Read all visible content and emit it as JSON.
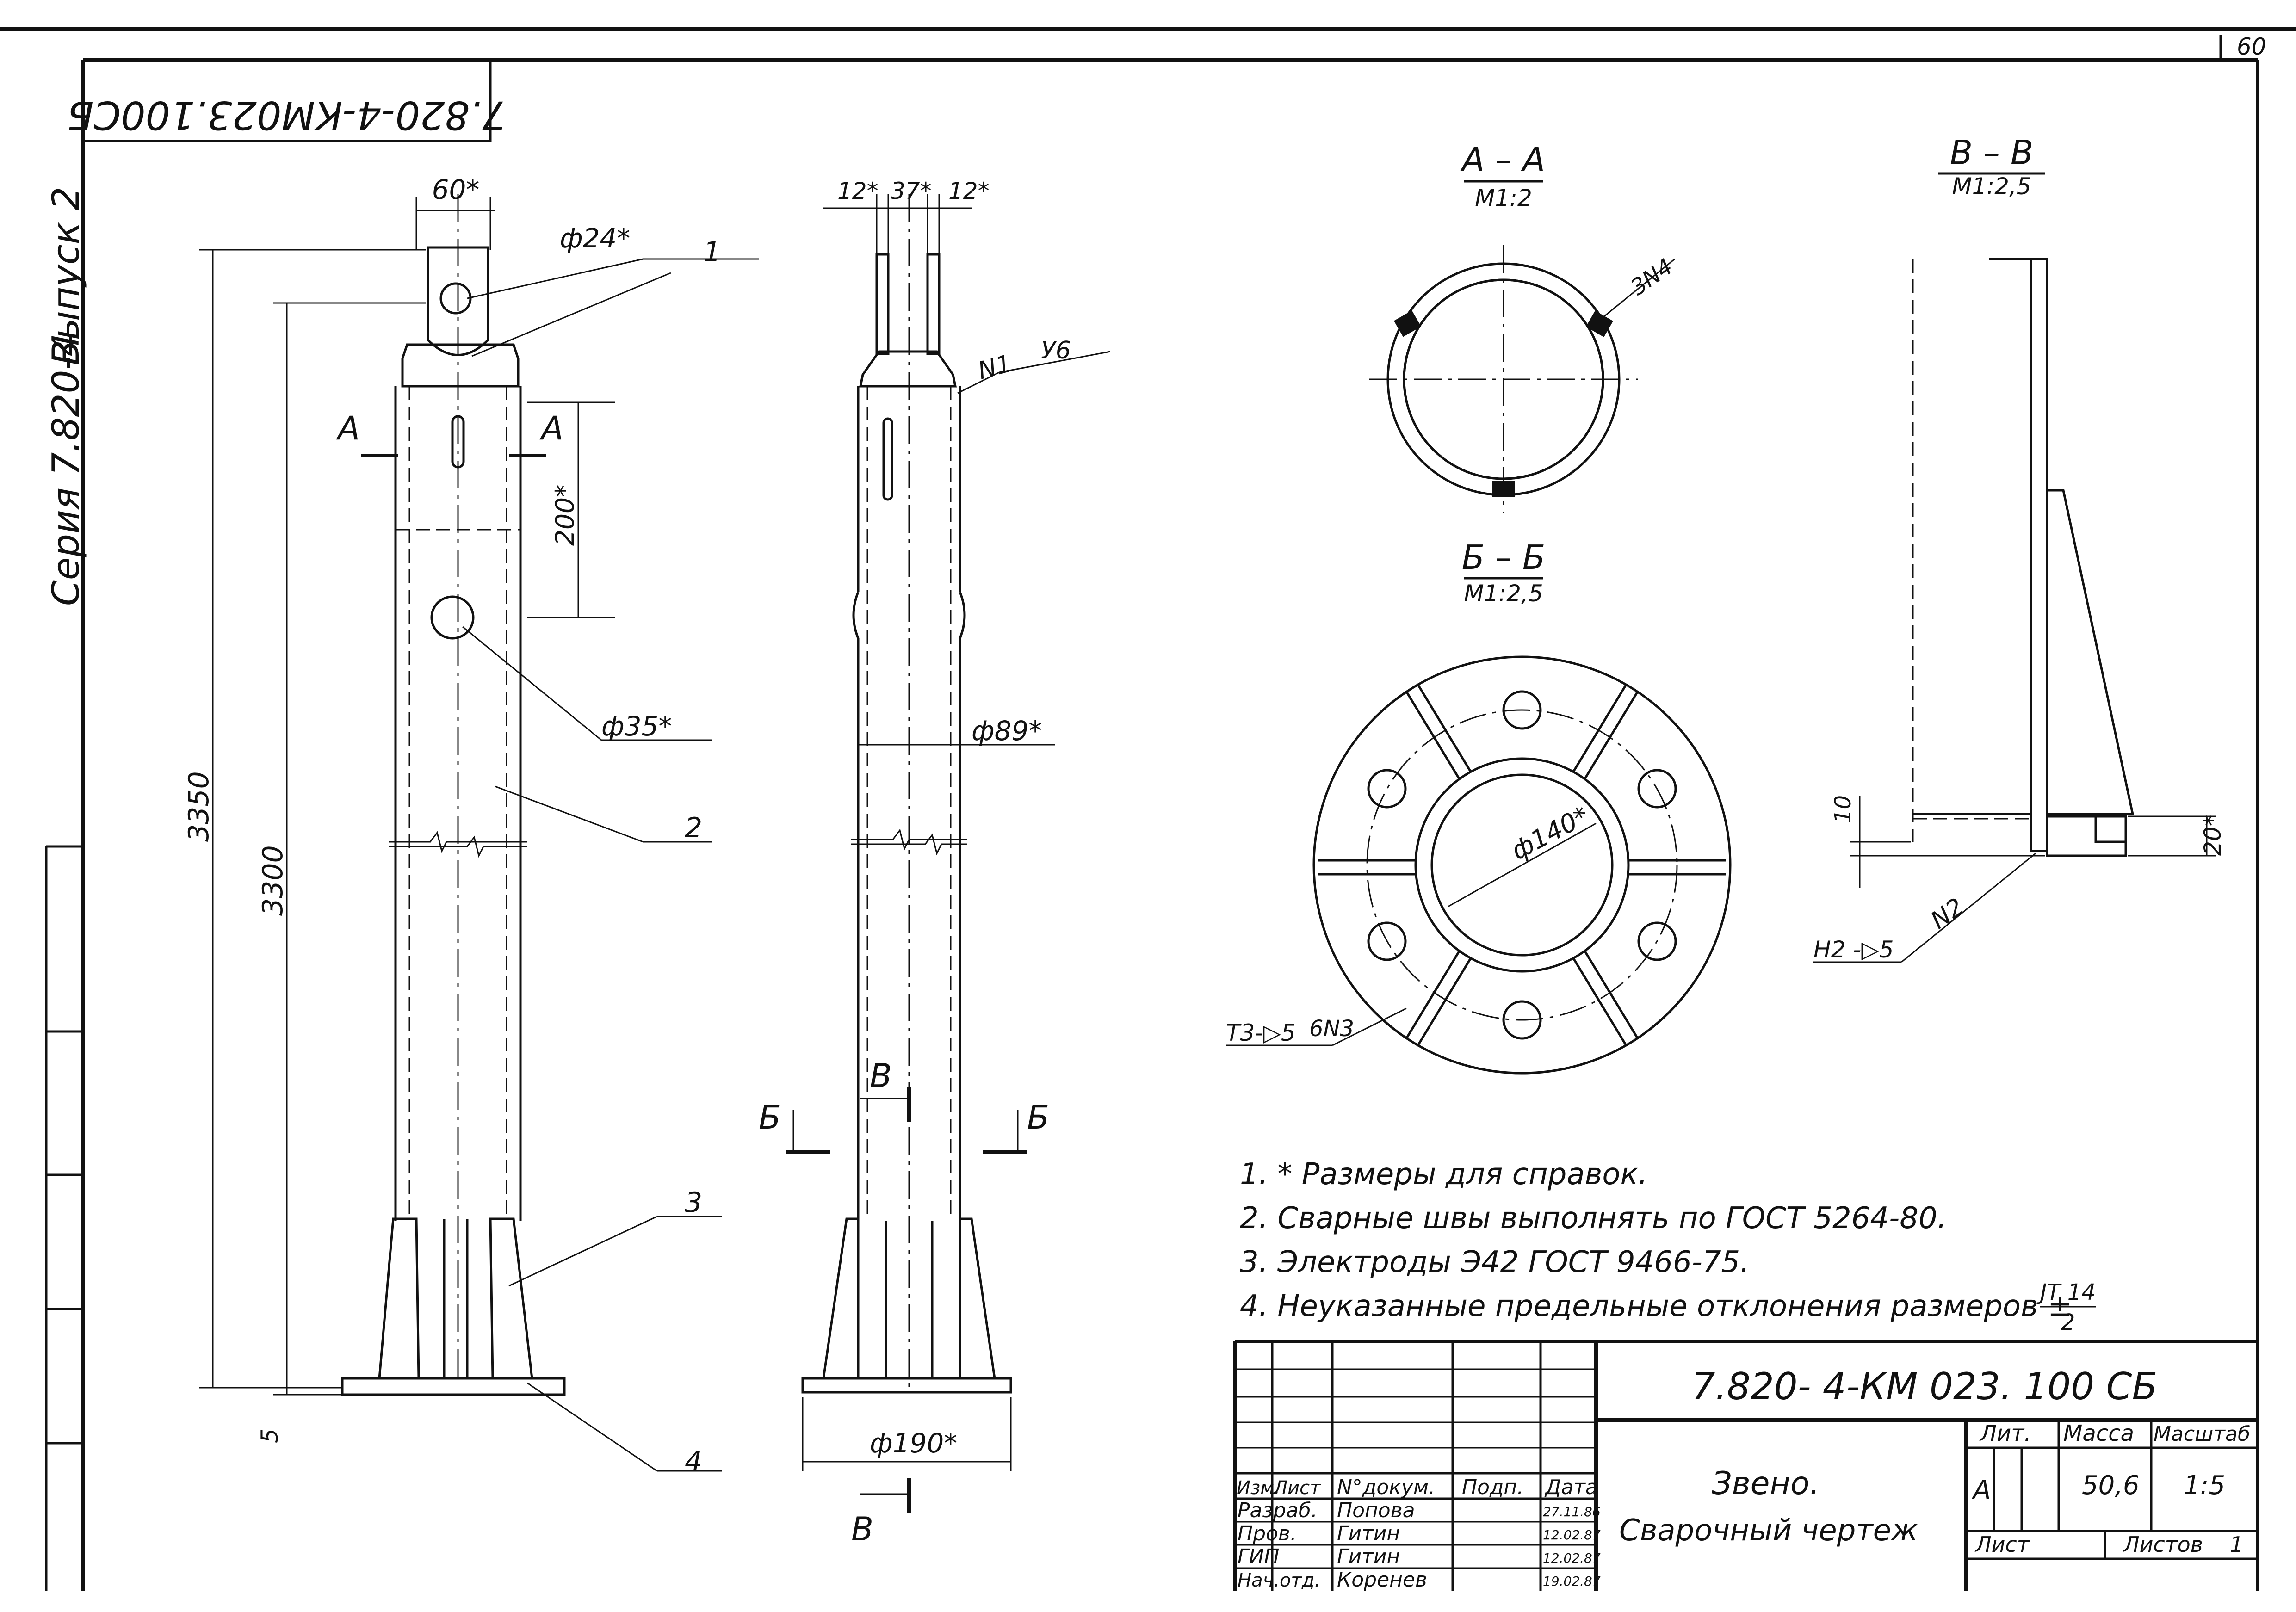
{
  "sheet": {
    "page_number": "60",
    "top_stamp": "7.820-4-КМ023.100СБ",
    "margin_series_title": "Серия 7.820-4",
    "margin_issue": "Выпуск 2"
  },
  "views": {
    "front": {
      "dim_top_width": "60*",
      "dim_pin_hole": "ф24*",
      "dim_overall_length": "3350",
      "dim_length_2": "3300",
      "dim_slot": "200*",
      "dim_hole": "ф35*",
      "dim_base": "5",
      "section_mark_left": "А",
      "section_mark_right": "А",
      "leaders": [
        "1",
        "2",
        "3",
        "4"
      ]
    },
    "side": {
      "dim_fork_left": "12*",
      "dim_fork_gap": "37*",
      "dim_fork_right": "12*",
      "weld_label": "N1",
      "weld_size": "У6",
      "dim_tube": "ф89*",
      "dim_base": "ф190*",
      "section_mark_b_left": "Б",
      "section_mark_b_right": "Б",
      "section_mark_v_top": "В",
      "section_mark_v_bottom": "В"
    },
    "section_aa": {
      "title": "А – А",
      "scale": "М1:2",
      "weld_note": "3N4"
    },
    "section_bb": {
      "title": "Б – Б",
      "scale": "М1:2,5",
      "dim_inner": "ф140*",
      "weld_note": "Т3-▷5",
      "weld_count": "6N3"
    },
    "section_vv": {
      "title": "В – В",
      "scale": "М1:2,5",
      "dim_10": "10",
      "dim_20": "20*",
      "weld_label": "N2",
      "weld_note": "Н2 -▷5"
    }
  },
  "notes": [
    "1. * Размеры для справок.",
    "2. Сварные швы выполнять по ГОСТ 5264-80.",
    "3. Электроды Э42 ГОСТ 9466-75.",
    "4. Неуказанные предельные отклонения размеров ±"
  ],
  "notes_fraction": {
    "numerator": "JT 14",
    "denominator": "2"
  },
  "title_block": {
    "designation": "7.820- 4-КМ 023. 100 СБ",
    "headers": [
      "Изм.",
      "Лист",
      "N°докум.",
      "Подп.",
      "Дата"
    ],
    "rows": [
      {
        "role": "Разраб.",
        "name": "Попова",
        "date": "27.11.86"
      },
      {
        "role": "Пров.",
        "name": "Гитин",
        "date": "12.02.87"
      },
      {
        "role": "ГИП",
        "name": "Гитин",
        "date": "12.02.87"
      },
      {
        "role": "Нач.отд.",
        "name": "Коренев",
        "date": "19.02.87"
      }
    ],
    "item_name_line1": "Звено.",
    "item_name_line2": "Сварочный чертеж",
    "lit_label": "Лит.",
    "mass_label": "Масса",
    "scale_label": "Масштаб",
    "lit_value": "А",
    "mass_value": "50,6",
    "scale_value": "1:5",
    "sheet_label": "Лист",
    "sheets_label": "Листов",
    "sheets_value": "1"
  }
}
